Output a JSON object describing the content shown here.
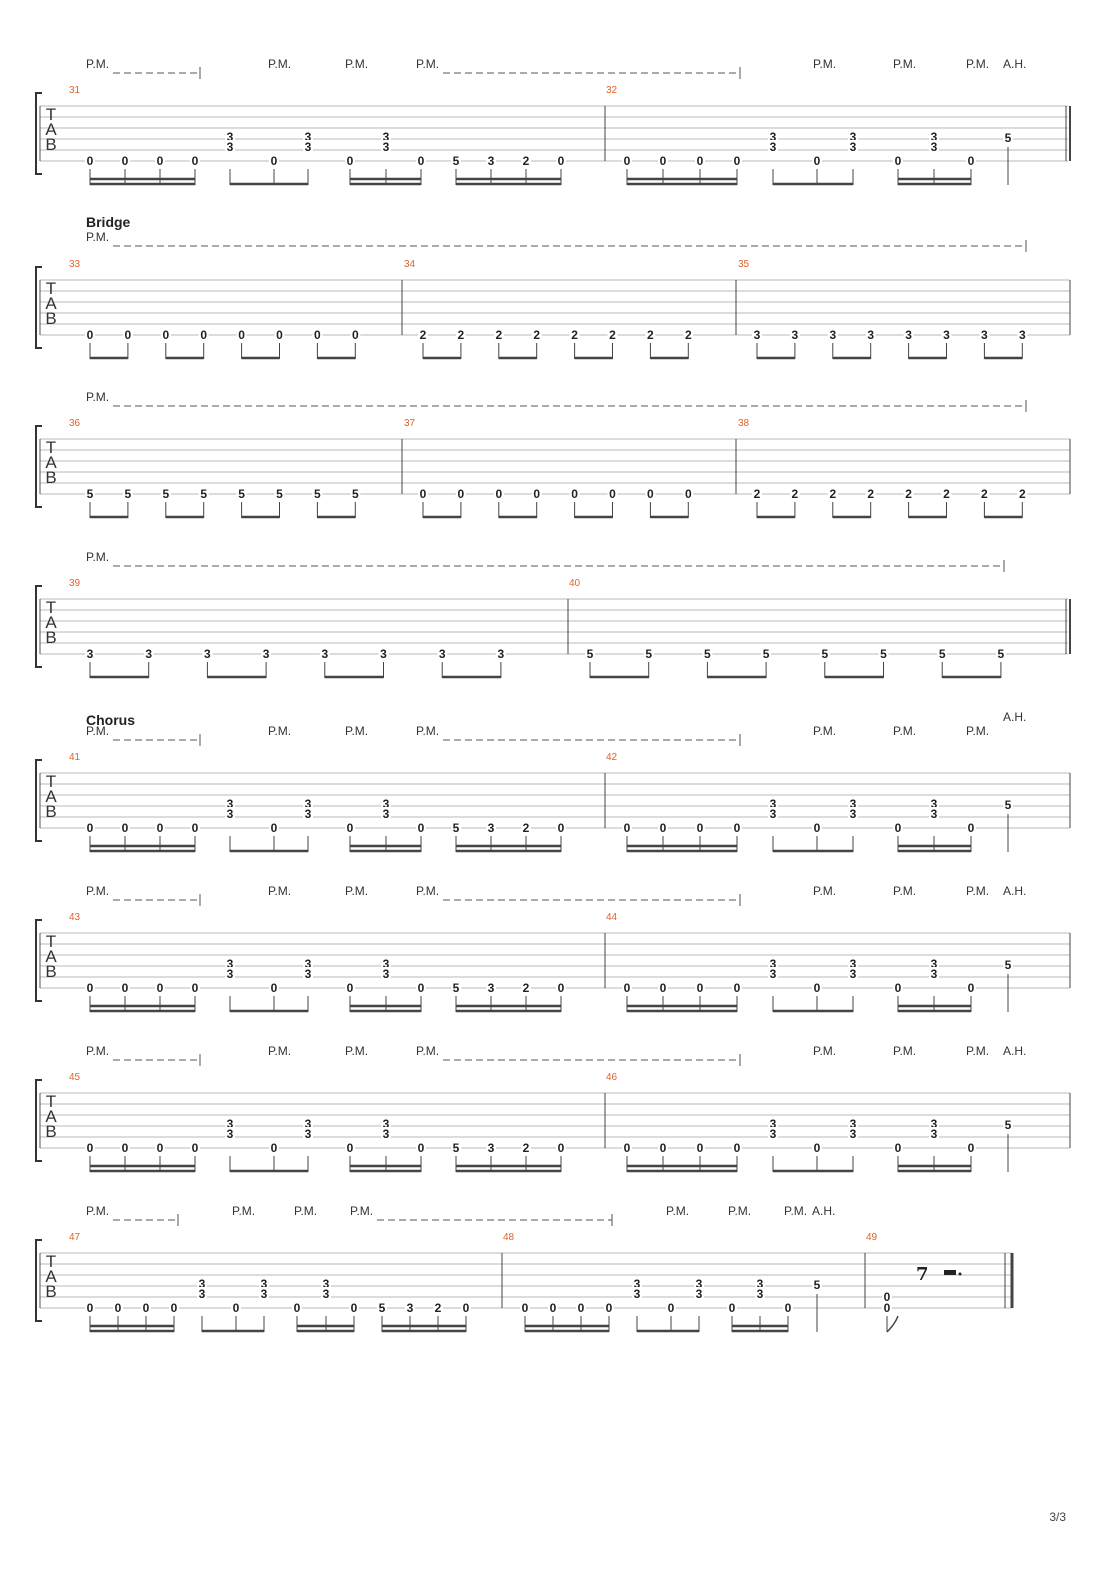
{
  "page_number": "3/3",
  "clef_letters": [
    "T",
    "A",
    "B"
  ],
  "labels": {
    "palm_mute": "P.M.",
    "harmonic": "A.H."
  },
  "systems": [
    {
      "section": "",
      "measures": [
        {
          "number": "31",
          "notes": [
            {
              "s": 6,
              "f": "0"
            },
            {
              "s": 6,
              "f": "0"
            },
            {
              "s": 6,
              "f": "0"
            },
            {
              "s": 6,
              "f": "0"
            },
            {
              "chord": [
                "3",
                "3"
              ]
            },
            {
              "s": 6,
              "f": "0"
            },
            {
              "chord": [
                "3",
                "3"
              ]
            },
            {
              "s": 6,
              "f": "0"
            },
            {
              "chord": [
                "3",
                "3"
              ]
            },
            {
              "s": 6,
              "f": "0"
            },
            {
              "s": 6,
              "f": "5"
            },
            {
              "s": 6,
              "f": "3"
            },
            {
              "s": 6,
              "f": "2"
            },
            {
              "s": 6,
              "f": "0"
            }
          ]
        },
        {
          "number": "32",
          "notes": [
            {
              "s": 6,
              "f": "0"
            },
            {
              "s": 6,
              "f": "0"
            },
            {
              "s": 6,
              "f": "0"
            },
            {
              "s": 6,
              "f": "0"
            },
            {
              "chord": [
                "3",
                "3"
              ]
            },
            {
              "s": 6,
              "f": "0"
            },
            {
              "chord": [
                "3",
                "3"
              ]
            },
            {
              "s": 6,
              "f": "0"
            },
            {
              "chord": [
                "3",
                "3"
              ]
            },
            {
              "s": 6,
              "f": "0"
            },
            {
              "s": 4,
              "f": "5"
            }
          ]
        }
      ],
      "pm_marks": [
        "P.M.",
        "P.M.",
        "P.M.",
        "P.M.",
        "P.M.",
        "P.M.",
        "P.M."
      ],
      "ah_mark": "A.H."
    },
    {
      "section": "Bridge",
      "measures": [
        {
          "number": "33",
          "notes": [
            "0",
            "0",
            "0",
            "0",
            "0",
            "0",
            "0",
            "0"
          ]
        },
        {
          "number": "34",
          "notes": [
            "2",
            "2",
            "2",
            "2",
            "2",
            "2",
            "2",
            "2"
          ]
        },
        {
          "number": "35",
          "notes": [
            "3",
            "3",
            "3",
            "3",
            "3",
            "3",
            "3",
            "3"
          ]
        }
      ],
      "pm_marks": [
        "P.M."
      ]
    },
    {
      "section": "",
      "measures": [
        {
          "number": "36",
          "notes": [
            "5",
            "5",
            "5",
            "5",
            "5",
            "5",
            "5",
            "5"
          ]
        },
        {
          "number": "37",
          "notes": [
            "0",
            "0",
            "0",
            "0",
            "0",
            "0",
            "0",
            "0"
          ]
        },
        {
          "number": "38",
          "notes": [
            "2",
            "2",
            "2",
            "2",
            "2",
            "2",
            "2",
            "2"
          ]
        }
      ],
      "pm_marks": [
        "P.M."
      ]
    },
    {
      "section": "",
      "measures": [
        {
          "number": "39",
          "notes": [
            "3",
            "3",
            "3",
            "3",
            "3",
            "3",
            "3",
            "3"
          ]
        },
        {
          "number": "40",
          "notes": [
            "5",
            "5",
            "5",
            "5",
            "5",
            "5",
            "5",
            "5"
          ]
        }
      ],
      "pm_marks": [
        "P.M."
      ]
    },
    {
      "section": "Chorus",
      "measures": [
        {
          "number": "41"
        },
        {
          "number": "42"
        }
      ],
      "pm_marks": [
        "P.M.",
        "P.M.",
        "P.M.",
        "P.M.",
        "P.M.",
        "P.M.",
        "P.M."
      ],
      "ah_mark": "A.H."
    },
    {
      "section": "",
      "measures": [
        {
          "number": "43"
        },
        {
          "number": "44"
        }
      ],
      "pm_marks": [
        "P.M.",
        "P.M.",
        "P.M.",
        "P.M.",
        "P.M.",
        "P.M.",
        "P.M."
      ],
      "ah_mark": "A.H."
    },
    {
      "section": "",
      "measures": [
        {
          "number": "45"
        },
        {
          "number": "46"
        }
      ],
      "pm_marks": [
        "P.M.",
        "P.M.",
        "P.M.",
        "P.M.",
        "P.M.",
        "P.M.",
        "P.M."
      ],
      "ah_mark": "A.H."
    },
    {
      "section": "",
      "measures": [
        {
          "number": "47"
        },
        {
          "number": "48"
        },
        {
          "number": "49",
          "notes": [
            "0"
          ]
        }
      ],
      "pm_marks": [
        "P.M.",
        "P.M.",
        "P.M.",
        "P.M.",
        "P.M.",
        "P.M.",
        "P.M."
      ],
      "ah_mark": "A.H."
    }
  ],
  "riff_frets": [
    "0",
    "0",
    "0",
    "0",
    "3",
    "0",
    "3",
    "0",
    "3",
    "0",
    "5",
    "3",
    "2",
    "0"
  ],
  "riff_end_frets": [
    "0",
    "0",
    "0",
    "0",
    "3",
    "0",
    "3",
    "0",
    "3",
    "0",
    "5"
  ]
}
